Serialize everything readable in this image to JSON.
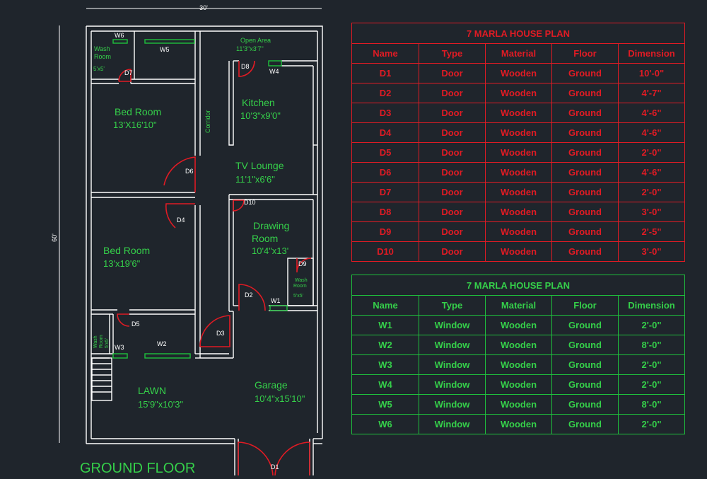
{
  "drawing": {
    "title": "GROUND FLOOR",
    "width_dim": "30'",
    "depth_dim": "60'",
    "rooms": [
      {
        "name": "Wash\nRoom",
        "size": "5'x5'"
      },
      {
        "name": "Open Area",
        "size": "11'3\"x3'7\""
      },
      {
        "name": "Bed Room",
        "size": "13'X16'10\""
      },
      {
        "name": "Kitchen",
        "size": "10'3\"x9'0\""
      },
      {
        "name": "Corridor",
        "size": ""
      },
      {
        "name": "TV Lounge",
        "size": "11'1\"x6'6\""
      },
      {
        "name": "Drawing\nRoom",
        "size": "10'4\"x13'"
      },
      {
        "name": "Bed Room",
        "size": "13'x19'6\""
      },
      {
        "name": "Wash\nRoom",
        "size": "5'x5'"
      },
      {
        "name": "Wash\nRoom",
        "size": "5'x5'"
      },
      {
        "name": "LAWN",
        "size": "15'9\"x10'3\""
      },
      {
        "name": "Garage",
        "size": "10'4\"x15'10\""
      }
    ],
    "door_tags": [
      "D1",
      "D2",
      "D3",
      "D4",
      "D5",
      "D6",
      "D7",
      "D8",
      "D9",
      "D10"
    ],
    "window_tags": [
      "W1",
      "W2",
      "W3",
      "W4",
      "W5",
      "W6"
    ],
    "colors": {
      "walls": "#ffffff",
      "doors": "#e01b24",
      "windows": "#1ec03c",
      "labels": "#35d04a"
    }
  },
  "door_table": {
    "title": "7 MARLA HOUSE PLAN",
    "headers": [
      "Name",
      "Type",
      "Material",
      "Floor",
      "Dimension"
    ],
    "rows": [
      [
        "D1",
        "Door",
        "Wooden",
        "Ground",
        "10'-0\""
      ],
      [
        "D2",
        "Door",
        "Wooden",
        "Ground",
        "4'-7\""
      ],
      [
        "D3",
        "Door",
        "Wooden",
        "Ground",
        "4'-6\""
      ],
      [
        "D4",
        "Door",
        "Wooden",
        "Ground",
        "4'-6\""
      ],
      [
        "D5",
        "Door",
        "Wooden",
        "Ground",
        "2'-0\""
      ],
      [
        "D6",
        "Door",
        "Wooden",
        "Ground",
        "4'-6\""
      ],
      [
        "D7",
        "Door",
        "Wooden",
        "Ground",
        "2'-0\""
      ],
      [
        "D8",
        "Door",
        "Wooden",
        "Ground",
        "3'-0\""
      ],
      [
        "D9",
        "Door",
        "Wooden",
        "Ground",
        "2'-5\""
      ],
      [
        "D10",
        "Door",
        "Wooden",
        "Ground",
        "3'-0\""
      ]
    ]
  },
  "window_table": {
    "title": "7 MARLA HOUSE PLAN",
    "headers": [
      "Name",
      "Type",
      "Material",
      "Floor",
      "Dimension"
    ],
    "rows": [
      [
        "W1",
        "Window",
        "Wooden",
        "Ground",
        "2'-0\""
      ],
      [
        "W2",
        "Window",
        "Wooden",
        "Ground",
        "8'-0\""
      ],
      [
        "W3",
        "Window",
        "Wooden",
        "Ground",
        "2'-0\""
      ],
      [
        "W4",
        "Window",
        "Wooden",
        "Ground",
        "2'-0\""
      ],
      [
        "W5",
        "Window",
        "Wooden",
        "Ground",
        "8'-0\""
      ],
      [
        "W6",
        "Window",
        "Wooden",
        "Ground",
        "2'-0\""
      ]
    ]
  }
}
